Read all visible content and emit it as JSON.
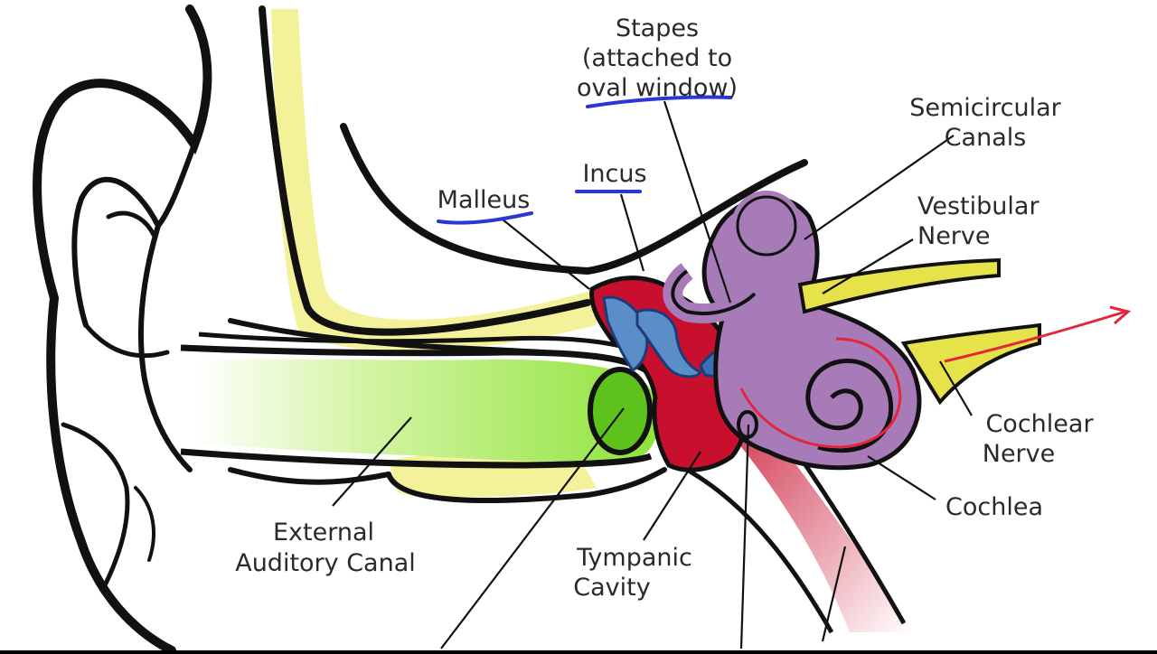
{
  "labels": {
    "stapes_1": "Stapes",
    "stapes_2": "(attached to",
    "stapes_3": "oval window)",
    "semicircular_1": "Semicircular",
    "semicircular_2": "Canals",
    "incus": "Incus",
    "malleus": "Malleus",
    "vestibular_1": "Vestibular",
    "vestibular_2": "Nerve",
    "cochlear_nerve_1": "Cochlear",
    "cochlear_nerve_2": "Nerve",
    "cochlea": "Cochlea",
    "external_1": "External",
    "external_2": "Auditory Canal",
    "tympanic_1": "Tympanic",
    "tympanic_2": "Cavity"
  },
  "colors": {
    "bone_yellow": "#f3f19a",
    "canal_green": "#8ee33a",
    "eardrum_green": "#5ec21c",
    "tympanic_red": "#c8102e",
    "ossicle_blue": "#5b8ec9",
    "inner_ear_purple": "#a77bb8",
    "nerve_yellow": "#e6e24a",
    "annotation_blue": "#2e35d6",
    "outline": "#111111"
  }
}
